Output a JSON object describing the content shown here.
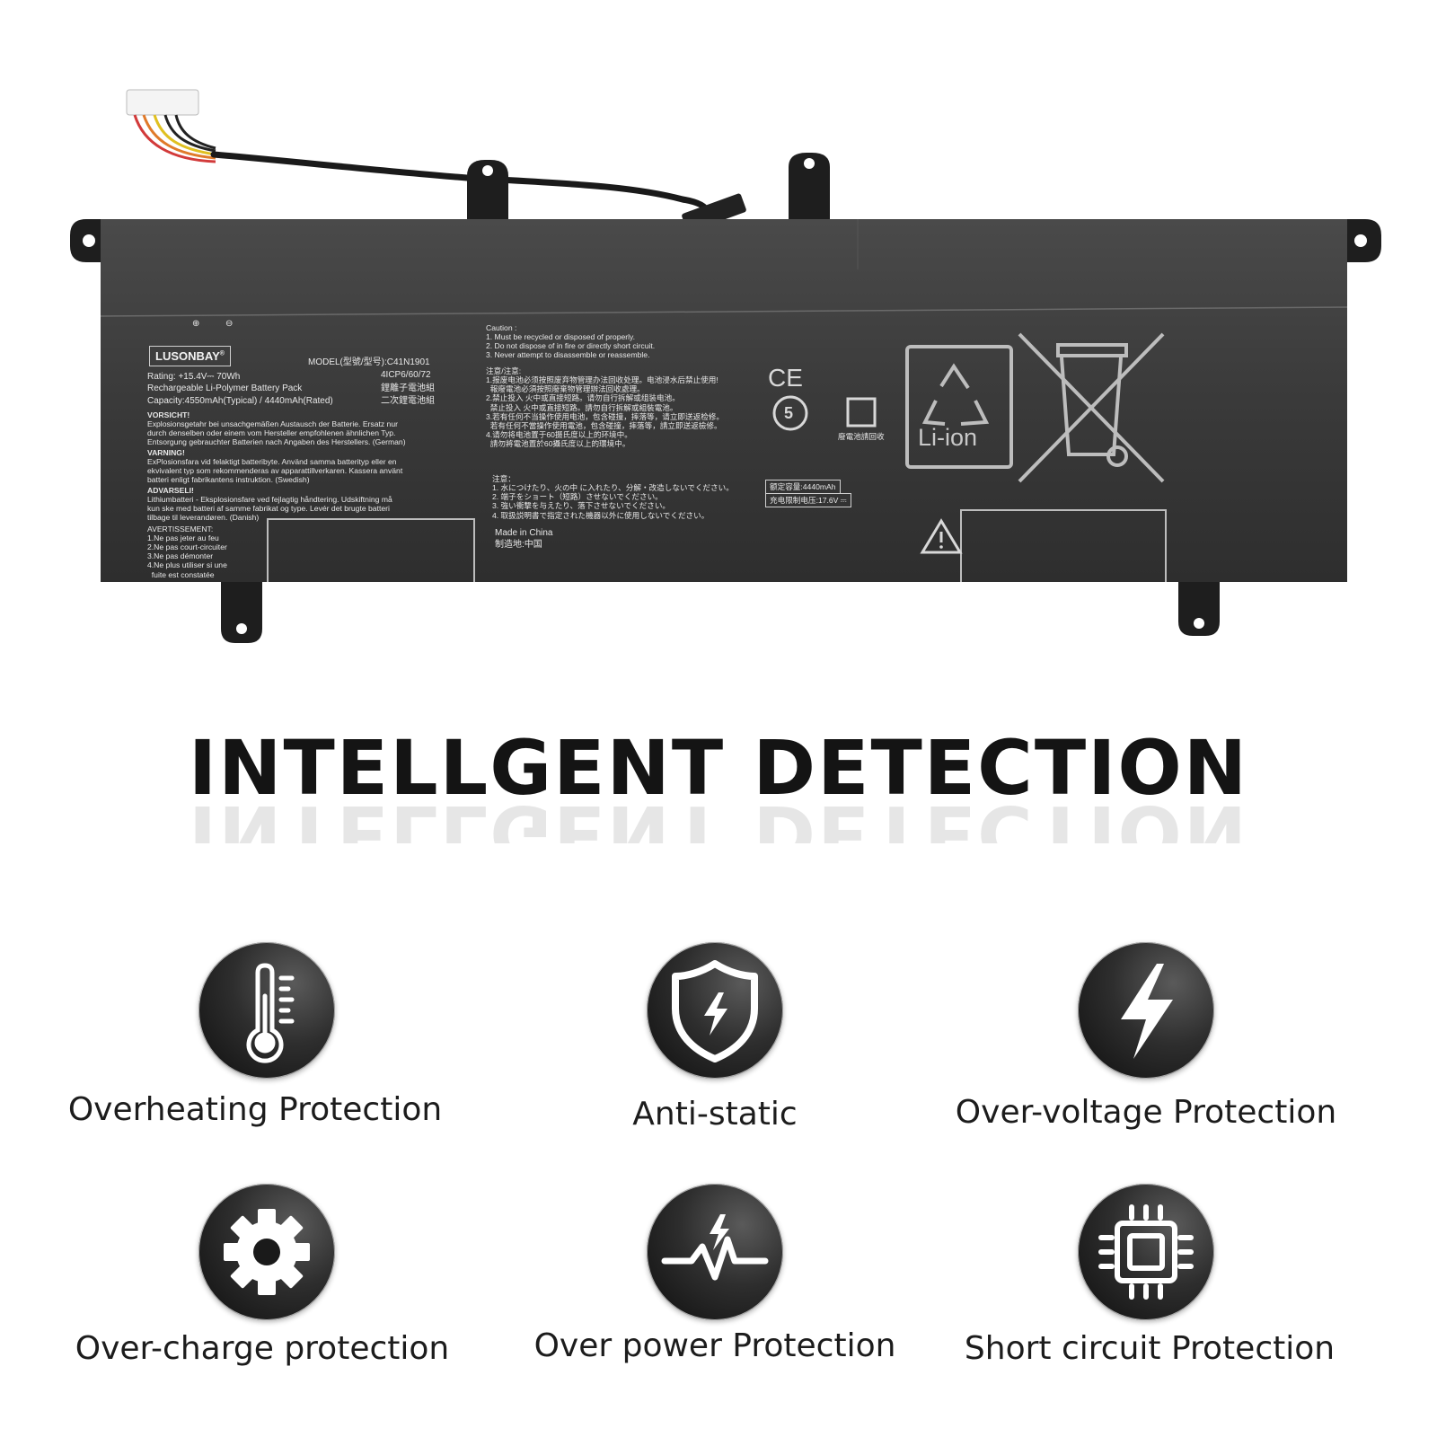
{
  "product_label": {
    "brand": "LUSONBAY",
    "model_line": "MODEL(型號/型号):C41N1901",
    "rating": "Rating: +15.4V⎓ 70Wh",
    "cell_spec": "4ICP6/60/72",
    "pack_type": "Rechargeable Li-Polymer Battery Pack",
    "pack_type_cn1": "鋰離子電池組",
    "capacity": "Capacity:4550mAh(Typical) / 4440mAh(Rated)",
    "pack_type_cn2": "二次鋰電池組",
    "warnings": [
      {
        "heading": "VORSICHT!",
        "text": "Explosionsgetahr bei unsachgemäßen Austausch der Batterie. Ersatz nur\ndurch denselben oder einem vom Hersteller empfohlenen ähnlichen Typ.\nEntsorgung gebrauchter Batterien nach Angaben des Herstellers. (German)"
      },
      {
        "heading": "VARNING!",
        "text": "ExPlosionsfara vid felaktigt batteribyte. Använd samma batterityp eller en\nekvivalent typ som rekommenderas av apparattillverkaren. Kassera använt\nbatteri enligt fabrikantens instruktion. (Swedish)"
      },
      {
        "heading": "ADVARSELI!",
        "text": "Lithiumbatteri - Eksplosionsfare ved fejlagtig håndtering. Udskiftning må\nkun ske med batteri af samme fabrikat og type. Levér det brugte batteri\ntilbage til leverandøren. (Danish)"
      }
    ],
    "avertissement_heading": "AVERTISSEMENT:",
    "avertissement": "1.Ne pas jeter au feu\n2.Ne pas court-circuiter\n3.Ne pas démonter\n4.Ne plus utiliser si une\n  fuite est constatée",
    "caution": "Caution :\n1. Must be recycled or disposed of properly.\n2. Do not dispose of in fire or directly short circuit.\n3. Never attempt to disassemble or reassemble.",
    "caution_cn": "注意/注意:\n1.报废电池必须按照废弃物管理办法回收处理。电池浸水后禁止使用!\n  報廢電池必須按照廢棄物管理辦法回收處理。\n2.禁止投入 火中或直接短路。请勿自行拆解或组装电池。\n  禁止投入 火中或直接短路。請勿自行拆解或組裝電池。\n3.若有任何不当操作使用电池，包含碰撞，摔落等，请立即送返检修。\n  若有任何不當操作使用電池，包含碰撞，摔落等，請立即送返檢修。\n4.请勿将电池置于60摄氏度以上的环境中。\n  請勿將電池置於60攝氏度以上的環境中。",
    "caution_jp": "注意：\n1. 水につけたり、火の中 に入れたり、分解・改造しないでください。\n2. 端子をショート（短路）させないでください。\n3. 強い衝撃を与えたり、落下させないでください。\n4. 取扱説明書で指定された機器以外に使用しないでください。",
    "made_in": "Made in China",
    "made_in_cn": "制造地:中国",
    "rated_capacity_cn": "额定容量:4440mAh",
    "charge_voltage_cn": "充电限制电压:17.6V ⎓",
    "recycle_caption": "廢電池請回收",
    "li_ion": "Li-ion",
    "ce_mark": "CE",
    "five_mark": "5",
    "plus_symbol": "⊕",
    "minus_symbol": "⊖"
  },
  "headline": "INTELLGENT DETECTION",
  "features": [
    {
      "label": "Overheating Protection",
      "icon": "thermometer-icon"
    },
    {
      "label": "Anti-static",
      "icon": "shield-lightning-icon"
    },
    {
      "label": "Over-voltage Protection",
      "icon": "lightning-icon"
    },
    {
      "label": "Over-charge protection",
      "icon": "gear-icon"
    },
    {
      "label": "Over power Protection",
      "icon": "pulse-lightning-icon"
    },
    {
      "label": "Short circuit Protection",
      "icon": "chip-icon"
    }
  ],
  "colors": {
    "battery_body": "#3c3c3c",
    "label_text": "#e8e8e8",
    "icon_dark": "#111111",
    "headline": "#141414"
  }
}
